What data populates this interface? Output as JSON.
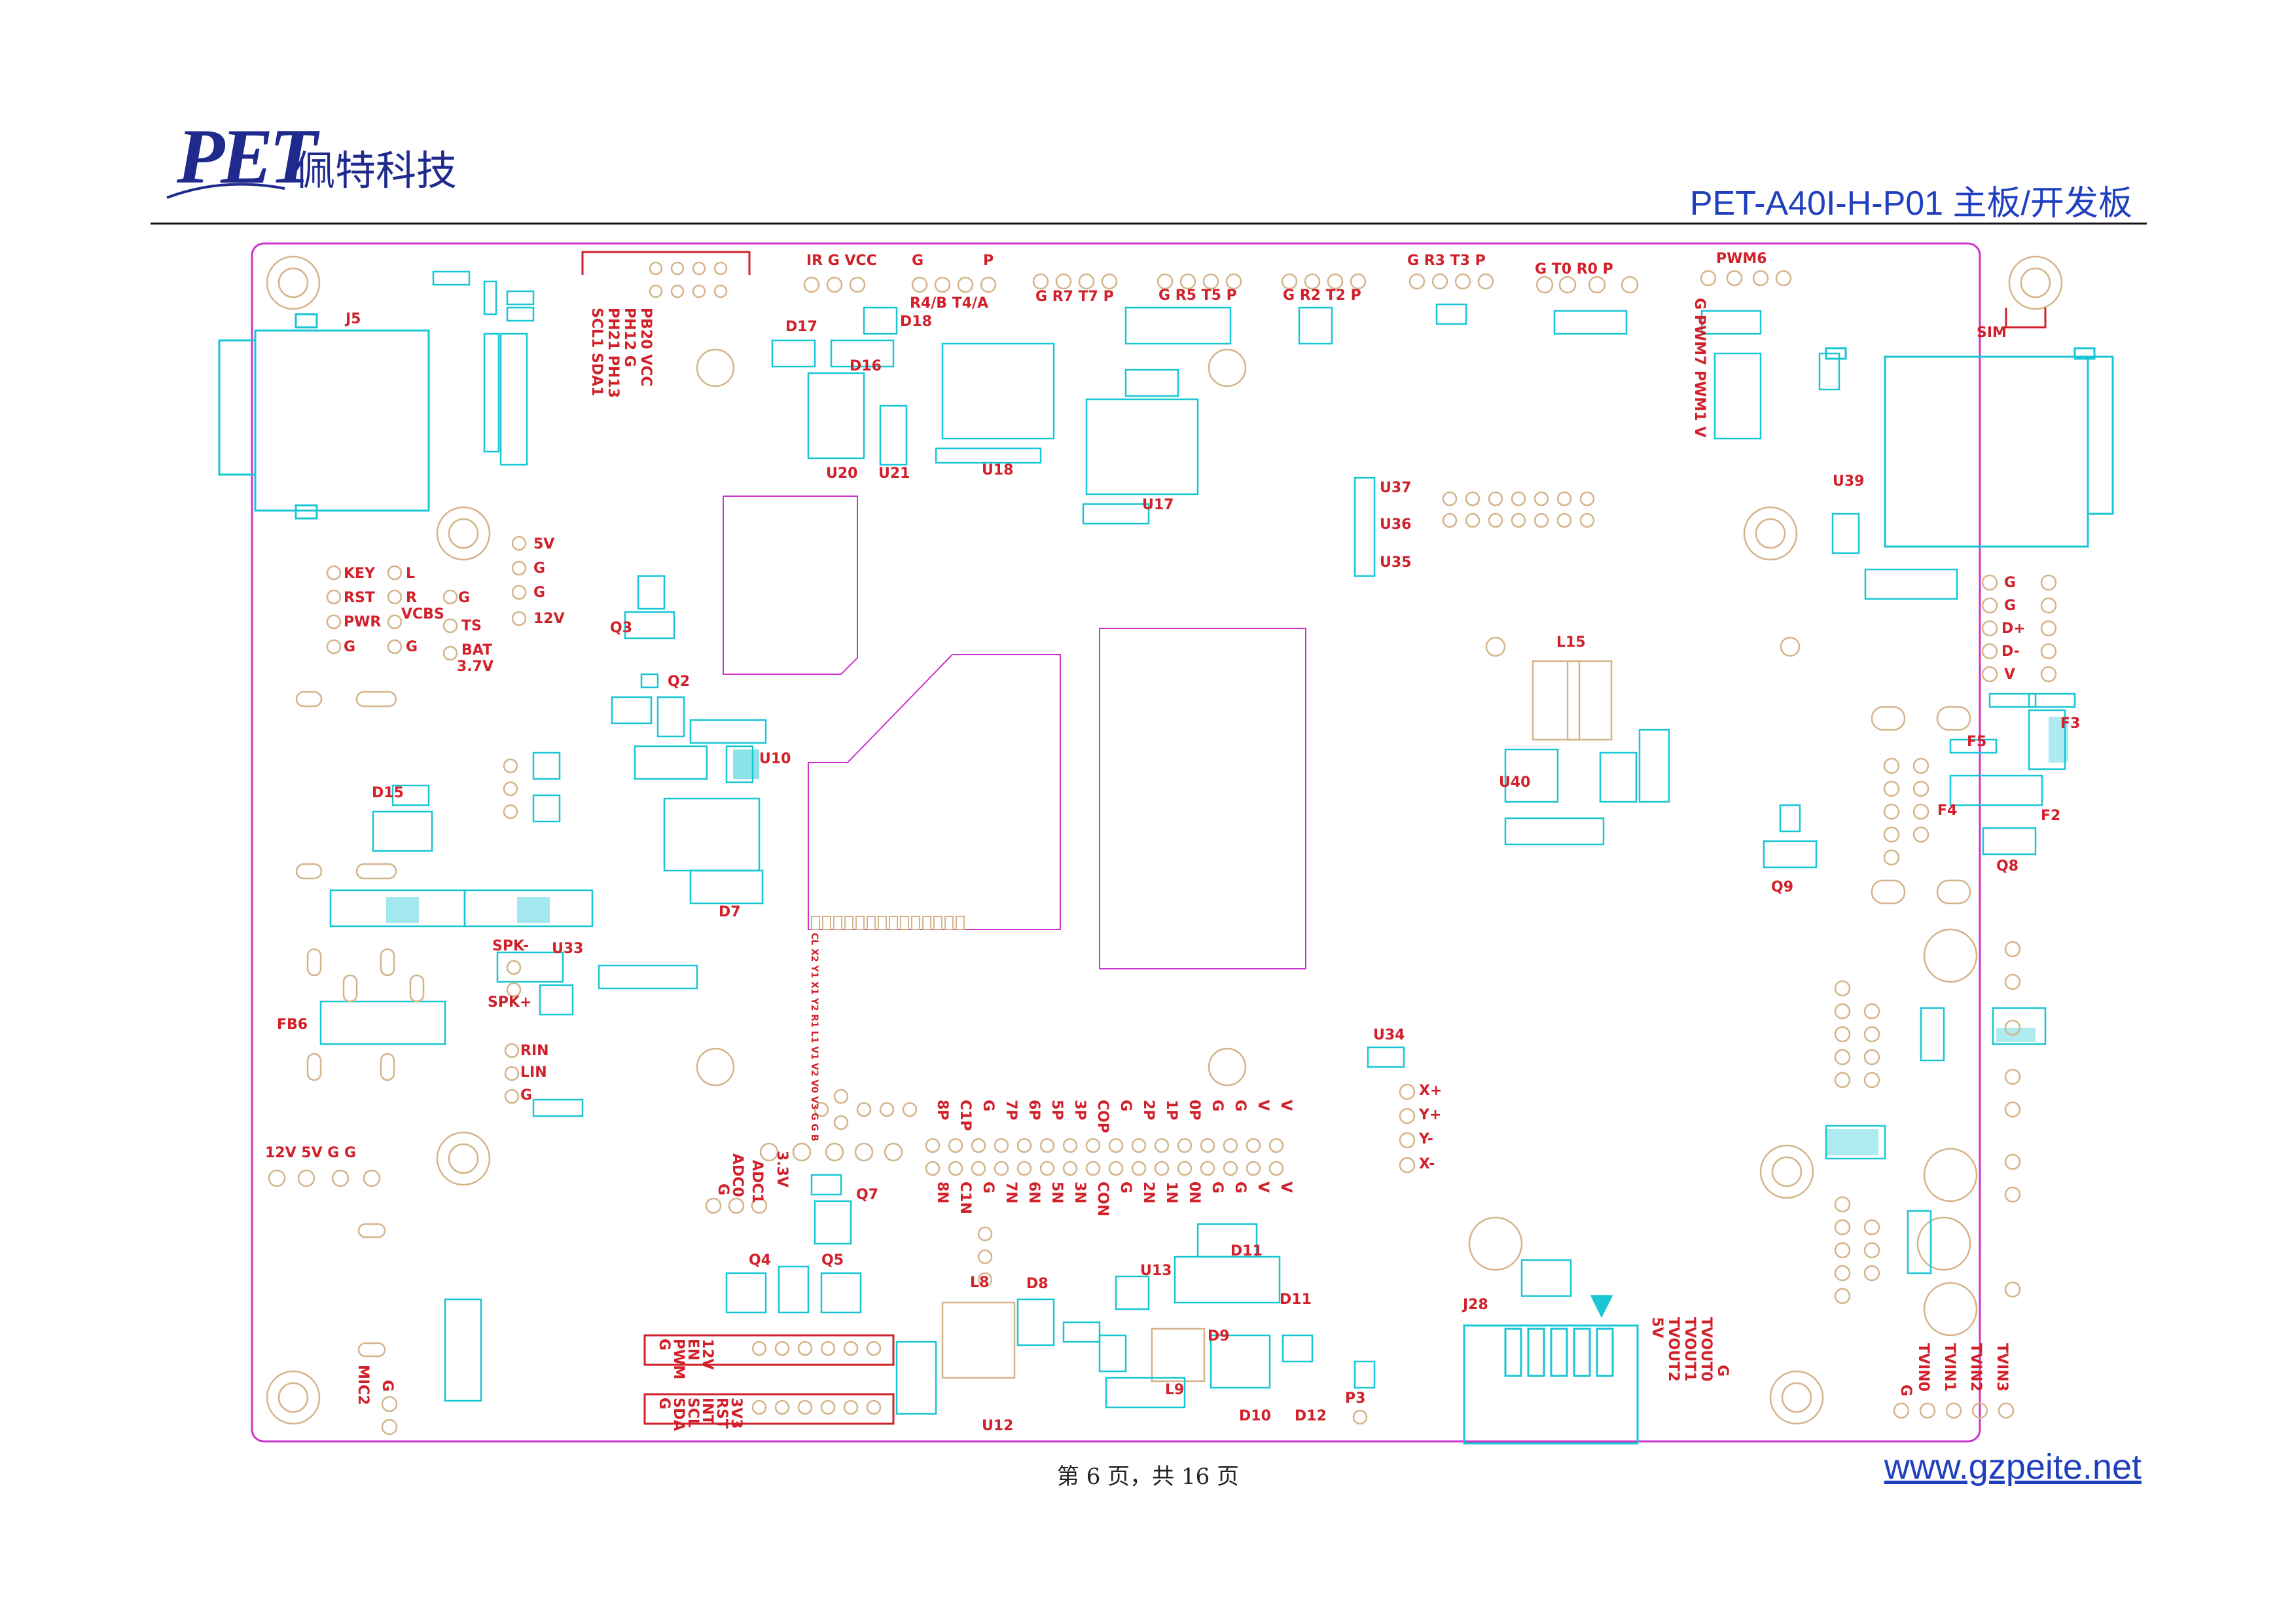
{
  "header": {
    "logo_letters": "PET",
    "logo_chinese": "佩特科技",
    "title": "PET-A40I-H-P01 主板/开发板"
  },
  "footer": {
    "page": "第 6 页，共 16 页",
    "url": "www.gzpeite.net"
  },
  "colors": {
    "board_outline": "#cc33cc",
    "copper_pads": "#d4b48a",
    "component_outline": "#18c6d4",
    "signal_labels": "#d1202a",
    "designators": "#1b3fa0",
    "brand_blue": "#1f3fbf"
  },
  "board": {
    "designators": [
      "J5",
      "D17",
      "D18",
      "D16",
      "U20",
      "U21",
      "U18",
      "U17",
      "U37",
      "U36",
      "U35",
      "U39",
      "Q3",
      "Q2",
      "U10",
      "D7",
      "D15",
      "U33",
      "FB6",
      "L15",
      "U40",
      "Q9",
      "Q8",
      "F5",
      "F3",
      "F4",
      "F2",
      "U34",
      "Q7",
      "Q4",
      "Q5",
      "L8",
      "D8",
      "U13",
      "D11",
      "D9",
      "L9",
      "U12",
      "D10",
      "D12",
      "P3",
      "J28"
    ],
    "designator_labels": {
      "J5": "J5",
      "D17": "D17",
      "D18": "D18",
      "D16": "D16",
      "U20": "U20",
      "U21": "U21",
      "U18": "U18",
      "U17": "U17",
      "U37": "U37",
      "U36": "U36",
      "U35": "U35",
      "U39": "U39",
      "Q3": "Q3",
      "Q2": "Q2",
      "U10": "U10",
      "D7": "D7",
      "D15": "D15",
      "U33": "U33",
      "FB6": "FB6",
      "L15": "L15",
      "U40": "U40",
      "Q9": "Q9",
      "Q8": "Q8",
      "F5": "F5",
      "F3": "F3",
      "F4": "F4",
      "F2": "F2",
      "U34": "U34",
      "Q7": "Q7",
      "Q4": "Q4",
      "Q5": "Q5",
      "L8": "L8",
      "D8": "D8",
      "U13": "U13",
      "D11": "D11",
      "D9": "D9",
      "L9": "L9",
      "U12": "U12",
      "D10": "D10",
      "D12": "D12",
      "P3": "P3",
      "J28": "J28"
    },
    "silk_sim": "SIM",
    "top_headers": {
      "ir": "IR G VCC",
      "r4b": "G",
      "r4b_p": "P",
      "r4b_label": "R4/B T4/A",
      "r7t7": "G R7 T7 P",
      "r5t5": "G R5 T5 P",
      "r2t2": "G R2 T2 P",
      "r3t3": "G R3 T3 P",
      "t0r0": "G T0 R0 P",
      "pwm6": "PWM6",
      "pwm_row": "G PWM7 PWM1 V",
      "pb_header": [
        "PB20 VCC",
        "PH12 G",
        "PH21 PH13",
        "SCL1 SDA1"
      ]
    },
    "left_labels": {
      "power_col": [
        "5V",
        "G",
        "G",
        "12V"
      ],
      "key": "KEY",
      "l": "L",
      "rst": "RST",
      "r": "R",
      "pwr": "PWR",
      "vcbs": "VCBS",
      "g1": "G",
      "ts": "TS",
      "g2": "G",
      "g3": "G",
      "bat": "BAT",
      "bat_v": "3.7V",
      "spk_minus": "SPK-",
      "spk_plus": "SPK+",
      "rin": "RIN",
      "lin": "LIN",
      "g4": "G",
      "power_row": "12V 5V G G",
      "mic2": "MIC2",
      "g5": "G"
    },
    "right_labels": {
      "usb": [
        "G",
        "G",
        "D+",
        "D-",
        "V"
      ],
      "touch": [
        "X+",
        "Y+",
        "Y-",
        "X-"
      ],
      "tvout": [
        "G",
        "TVOUT0",
        "TVOUT1",
        "TVOUT2",
        "5V"
      ],
      "tvin": [
        "G",
        "TVIN0",
        "TVIN1",
        "TVIN2",
        "TVIN3"
      ]
    },
    "bottom_labels": {
      "adc": [
        "G",
        "ADC0",
        "ADC1",
        "3.3V"
      ],
      "lvds_top": [
        "8P",
        "C1P",
        "G",
        "7P",
        "6P",
        "5P",
        "3P",
        "COP",
        "G",
        "2P",
        "1P",
        "0P",
        "G",
        "G",
        "V",
        "V"
      ],
      "lvds_bottom": [
        "8N",
        "C1N",
        "G",
        "7N",
        "6N",
        "5N",
        "3N",
        "CON",
        "G",
        "2N",
        "1N",
        "0N",
        "G",
        "G",
        "V",
        "V"
      ],
      "lcd_ctrl": [
        "G",
        "PWM",
        "EN",
        "12V"
      ],
      "i2c": [
        "G",
        "SDA",
        "SCL",
        "INT",
        "RST",
        "3V3"
      ],
      "sodimm_pins": "CL X2 Y1 X1 Y2 R1 L1 V1 V2 V0 V3 G G B"
    }
  }
}
